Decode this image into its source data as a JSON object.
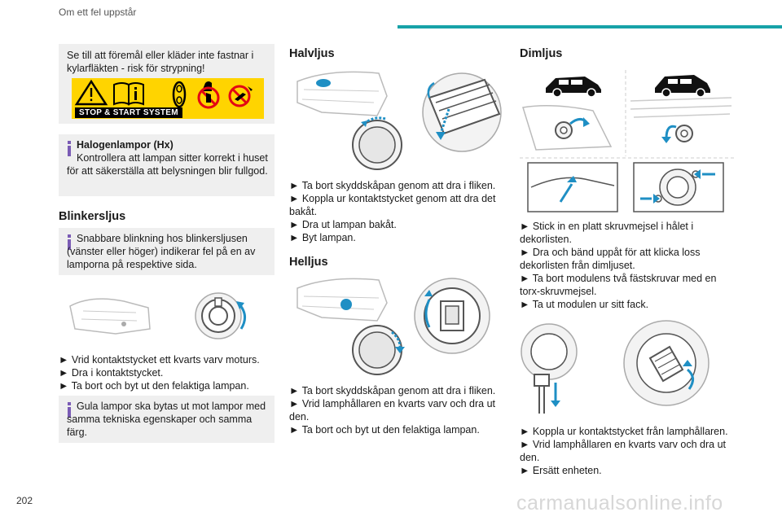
{
  "header": {
    "title": "Om ett fel uppstår",
    "accent_color": "#17a2a8"
  },
  "page_number": "202",
  "watermark": "carmanualsonline.info",
  "col1": {
    "warning_text": "Se till att föremål eller kläder inte fastnar i kylarfläkten - risk för strypning!",
    "stop_start_label": "STOP & START SYSTEM",
    "halogen_title": "Halogenlampor (Hx)",
    "halogen_text": "Kontrollera att lampan sitter korrekt i huset för att säkerställa att belysningen blir fullgod.",
    "blink_heading": "Blinkersljus",
    "blink_info": "Snabbare blinkning hos blinkersljusen (vänster eller höger) indikerar fel på en av lamporna på respektive sida.",
    "blink_steps": [
      "► Vrid kontaktstycket ett kvarts varv moturs.",
      "► Dra i kontaktstycket.",
      "► Ta bort och byt ut den felaktiga lampan."
    ],
    "yellow_info": "Gula lampor ska bytas ut mot lampor med samma tekniska egenskaper och samma färg."
  },
  "col2": {
    "halv_heading": "Halvljus",
    "halv_steps": [
      "► Ta bort skyddskåpan genom att dra i fliken.",
      "► Koppla ur kontaktstycket genom att dra det bakåt.",
      "► Dra ut lampan bakåt.",
      "► Byt lampan."
    ],
    "hel_heading": "Helljus",
    "hel_steps": [
      "► Ta bort skyddskåpan genom att dra i fliken.",
      "► Vrid lamphållaren en kvarts varv och dra ut den.",
      "► Ta bort och byt ut den felaktiga lampan."
    ]
  },
  "col3": {
    "dim_heading": "Dimljus",
    "dim_steps_a": [
      "► Stick in en platt skruvmejsel i hålet i dekorlisten.",
      "► Dra och bänd uppåt för att klicka loss dekorlisten från dimljuset.",
      "► Ta bort modulens två fästskruvar med en torx-skruvmejsel.",
      "► Ta ut modulen ur sitt fack."
    ],
    "dim_steps_b": [
      "► Koppla ur kontaktstycket från lamphållaren.",
      "► Vrid lamphållaren en kvarts varv och dra ut den.",
      "► Ersätt enheten."
    ]
  },
  "colors": {
    "info_bar": "#7a5bb5",
    "illustration_blue": "#1f8fc4",
    "warning_red": "#e30613",
    "warning_yellow": "#ffd400"
  }
}
